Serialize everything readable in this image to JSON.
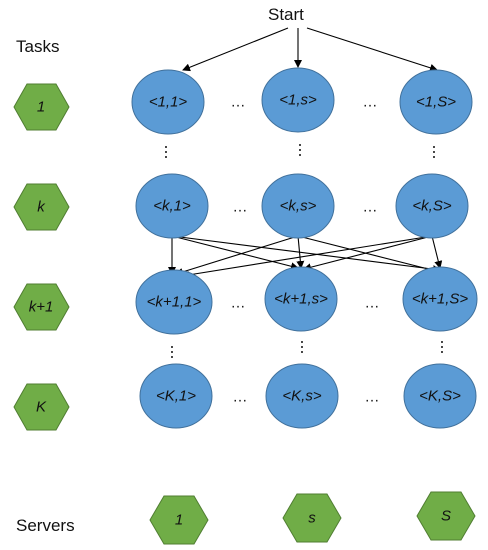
{
  "start_label": "Start",
  "tasks_title": "Tasks",
  "servers_title": "Servers",
  "tasks": [
    "1",
    "k",
    "k+1",
    "K"
  ],
  "servers": [
    "1",
    "s",
    "S"
  ],
  "nodes": {
    "row1": [
      "<1,1>",
      "<1,s>",
      "<1,S>"
    ],
    "rowk": [
      "<k,1>",
      "<k,s>",
      "<k,S>"
    ],
    "rowk1": [
      "<k+1,1>",
      "<k+1,s>",
      "<k+1,S>"
    ],
    "rowK": [
      "<K,1>",
      "<K,s>",
      "<K,S>"
    ]
  },
  "ellipsis": "…",
  "vdots": "⋮",
  "colors": {
    "node_fill": "#5b9bd5",
    "hex_fill": "#70ad47"
  }
}
